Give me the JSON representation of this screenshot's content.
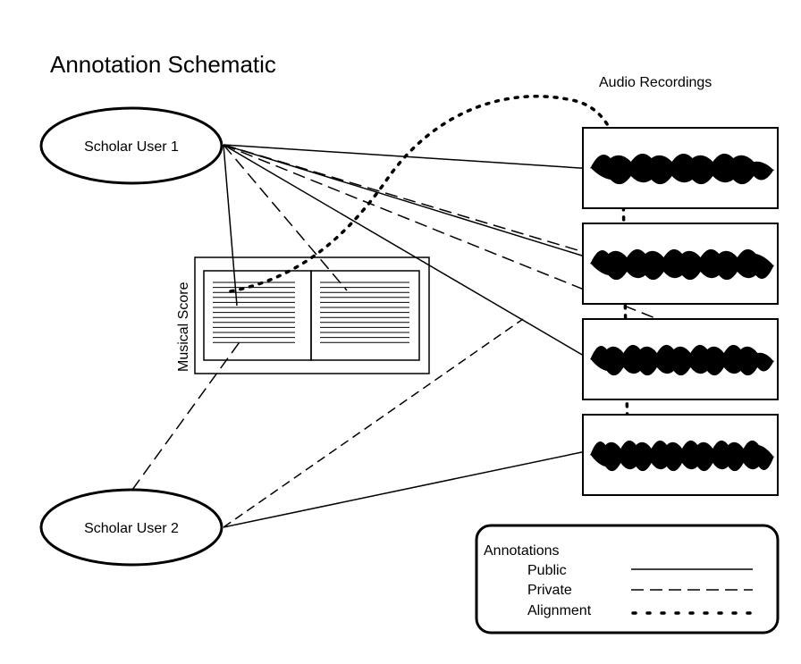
{
  "title": "Annotation Schematic",
  "audio_label": "Audio Recordings",
  "score_label": "Musical Score",
  "users": [
    {
      "label": "Scholar  User 1"
    },
    {
      "label": "Scholar  User 2"
    }
  ],
  "recordings": [
    "recording-1",
    "recording-2",
    "recording-3",
    "recording-4"
  ],
  "legend": {
    "title": "Annotations",
    "items": [
      {
        "label": "Public",
        "style": "solid"
      },
      {
        "label": "Private",
        "style": "dashed"
      },
      {
        "label": "Alignment",
        "style": "dotted"
      }
    ]
  },
  "colors": {
    "stroke": "#000000",
    "background": "#ffffff"
  }
}
